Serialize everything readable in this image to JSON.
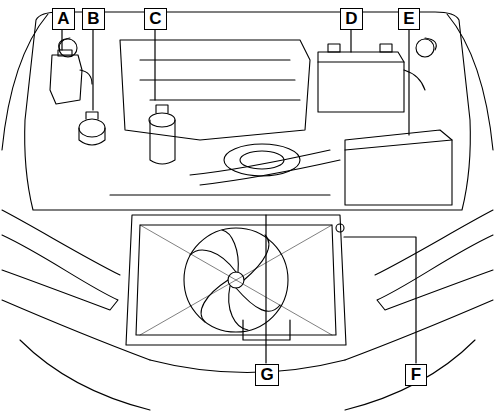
{
  "diagram": {
    "labels": [
      "A",
      "B",
      "C",
      "D",
      "E",
      "F",
      "G"
    ]
  }
}
